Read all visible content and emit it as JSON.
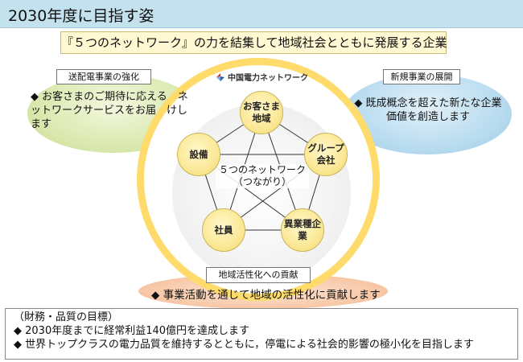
{
  "title": "2030年度に目指す姿",
  "banner": "『５つのネットワーク』の力を結集して地域社会とともに発展する企業",
  "logo": {
    "text": "中国電力ネットワーク",
    "icon": "chugoku-electric-logo"
  },
  "left_section": {
    "label": "送配電事業の強化",
    "bullet": "◆ お客さまのご期待に応える　ネットワークサービスをお届　けします"
  },
  "right_section": {
    "label": "新規事業の展開",
    "bullet": "◆ 既成概念を超えた新たな企業価値を創造します"
  },
  "bottom_section": {
    "label": "地域活性化への貢献",
    "bullet": "◆ 事業活動を通じて地域の活性化に貢献します"
  },
  "network": {
    "center": "５つのネットワーク（つながり）",
    "nodes": [
      {
        "label": "お客さま地域"
      },
      {
        "label": "グループ会社"
      },
      {
        "label": "異業種企業"
      },
      {
        "label": "社員"
      },
      {
        "label": "設備"
      }
    ]
  },
  "goals": {
    "heading": "（財務・品質の目標）",
    "items": [
      "◆ 2030年度までに経常利益140億円を達成します",
      "◆ 世界トップクラスの電力品質を維持するとともに，停電による社会的影響の極小化を目指します"
    ]
  },
  "colors": {
    "title_bg": "#c3e2ee",
    "banner_bg": "#fff8d2",
    "ring": "#ffdb6b",
    "node": "#fbe896",
    "left_ellipse": "#dbe9b0",
    "right_ellipse": "#b9dcf0",
    "bottom_ellipse": "#f8c8a8"
  }
}
